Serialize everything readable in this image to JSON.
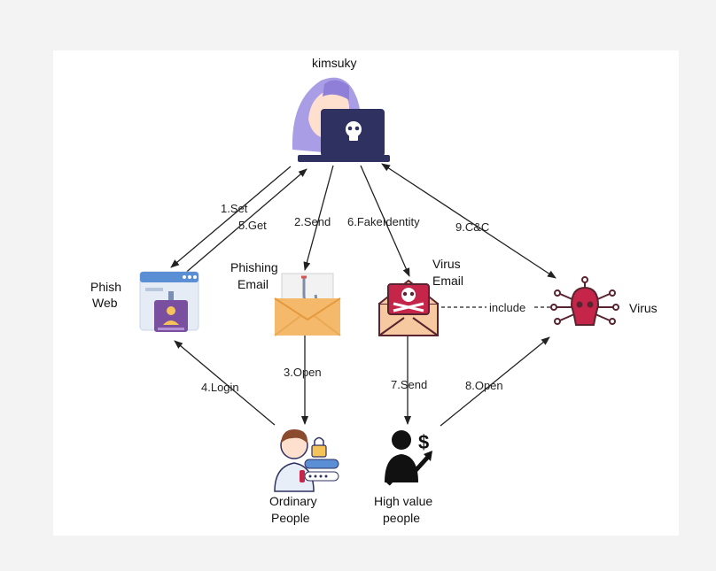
{
  "nodes": {
    "kimsuky": "kimsuky",
    "phish_web_1": "Phish",
    "phish_web_2": "Web",
    "phishing_email_1": "Phishing",
    "phishing_email_2": "Email",
    "virus_email_1": "Virus",
    "virus_email_2": "Email",
    "virus": "Virus",
    "ordinary_1": "Ordinary",
    "ordinary_2": "People",
    "high_value_1": "High value",
    "high_value_2": "people"
  },
  "edges": {
    "set": "1.Set",
    "get": "5.Get",
    "send": "2.Send",
    "fake_identity": "6.FakeIdentity",
    "cc": "9.C&C",
    "include": "include",
    "open": "3.Open",
    "login": "4.Login",
    "send7": "7.Send",
    "open8": "8.Open"
  },
  "icons": {
    "hacker": "hacker-laptop-skull-icon",
    "phish_web": "browser-login-icon",
    "phishing_email": "phishing-hook-email-icon",
    "virus_email": "skull-email-icon",
    "virus": "virus-skull-circuit-icon",
    "ordinary": "person-lock-password-icon",
    "high_value": "person-dollar-growth-icon"
  },
  "colors": {
    "hacker_hood": "#a99de6",
    "laptop": "#2f3161",
    "skull_red": "#c6254a",
    "envelope": "#f4b96a",
    "browser_purple": "#7a4fa0",
    "edge": "#222222"
  }
}
